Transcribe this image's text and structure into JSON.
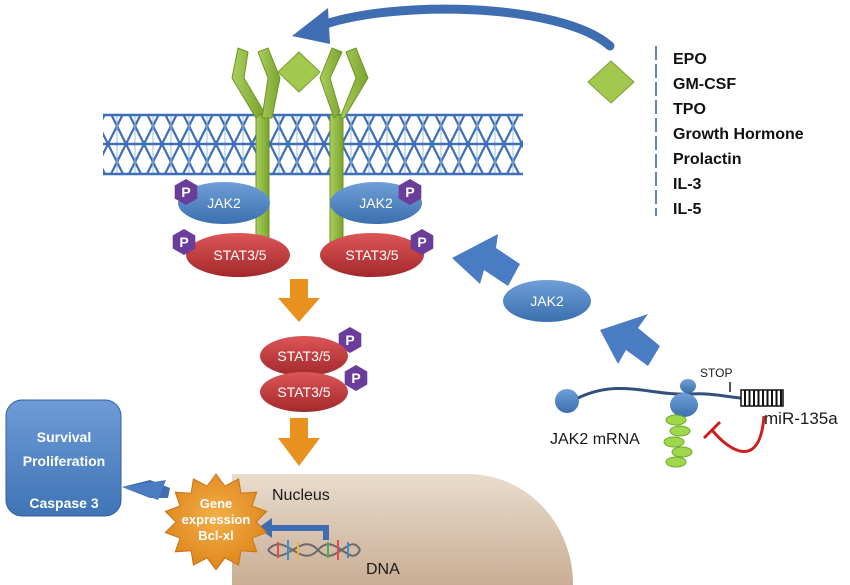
{
  "cytokines": [
    "EPO",
    "GM-CSF",
    "TPO",
    "Growth Hormone",
    "Prolactin",
    "IL-3",
    "IL-5"
  ],
  "labels": {
    "jak2_left": "JAK2",
    "jak2_right": "JAK2",
    "stat_left": "STAT3/5",
    "stat_right": "STAT3/5",
    "dimer_top": "STAT3/5",
    "dimer_bottom": "STAT3/5",
    "jak2_free": "JAK2",
    "phospho": "P",
    "nucleus": "Nucleus",
    "dna": "DNA",
    "gene_line1": "Gene",
    "gene_line2": "expression",
    "gene_line3": "Bcl-xl",
    "outcome_line1": "Survival",
    "outcome_line2": "Proliferation",
    "outcome_line3": "Caspase 3",
    "mrna": "JAK2 mRNA",
    "stop": "STOP",
    "mirna": "miR-135a"
  },
  "colors": {
    "membrane": "#3d6fb8",
    "receptor": "#8db83a",
    "ligand": "#9dc34a",
    "jak": "#4f86c6",
    "stat": "#c0393b",
    "phospho": "#6a3d9a",
    "orange_arrow": "#e8911f",
    "blue_arrow": "#4a7cc4",
    "nucleus": "#dcc8b4",
    "outcome_box": "#4f86c6",
    "gene_star": "#e8911f",
    "inhibition": "#cc1f1f"
  }
}
